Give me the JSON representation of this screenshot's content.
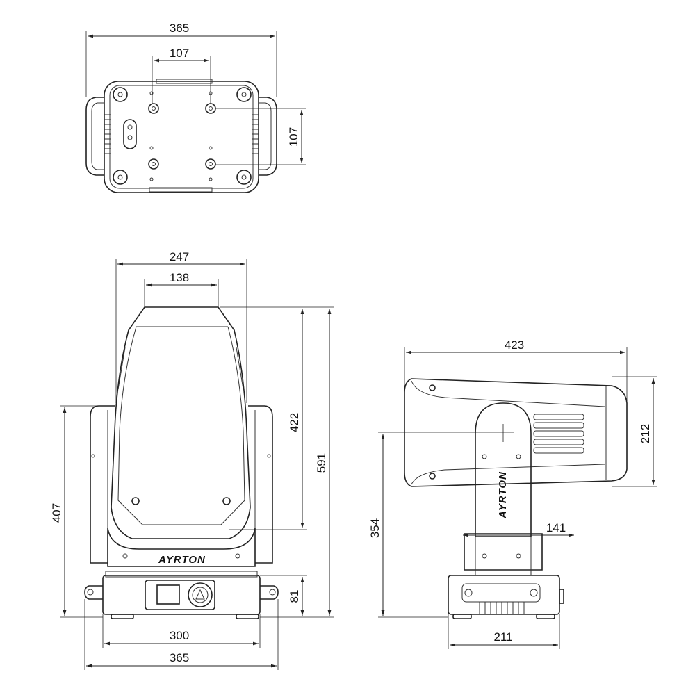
{
  "brand": "AYRTON",
  "top_view": {
    "width_overall": "365",
    "hole_spacing_x": "107",
    "hole_spacing_y": "107"
  },
  "front_view": {
    "head_width": "247",
    "lens_width": "138",
    "head_height": "422",
    "total_height": "591",
    "yoke_height": "407",
    "base_height": "81",
    "base_width": "300",
    "overall_width": "365"
  },
  "side_view": {
    "head_length": "423",
    "head_height": "212",
    "pivot_height": "354",
    "arm_width": "141",
    "base_depth": "211"
  },
  "colors": {
    "line": "#222222",
    "background": "#ffffff"
  }
}
